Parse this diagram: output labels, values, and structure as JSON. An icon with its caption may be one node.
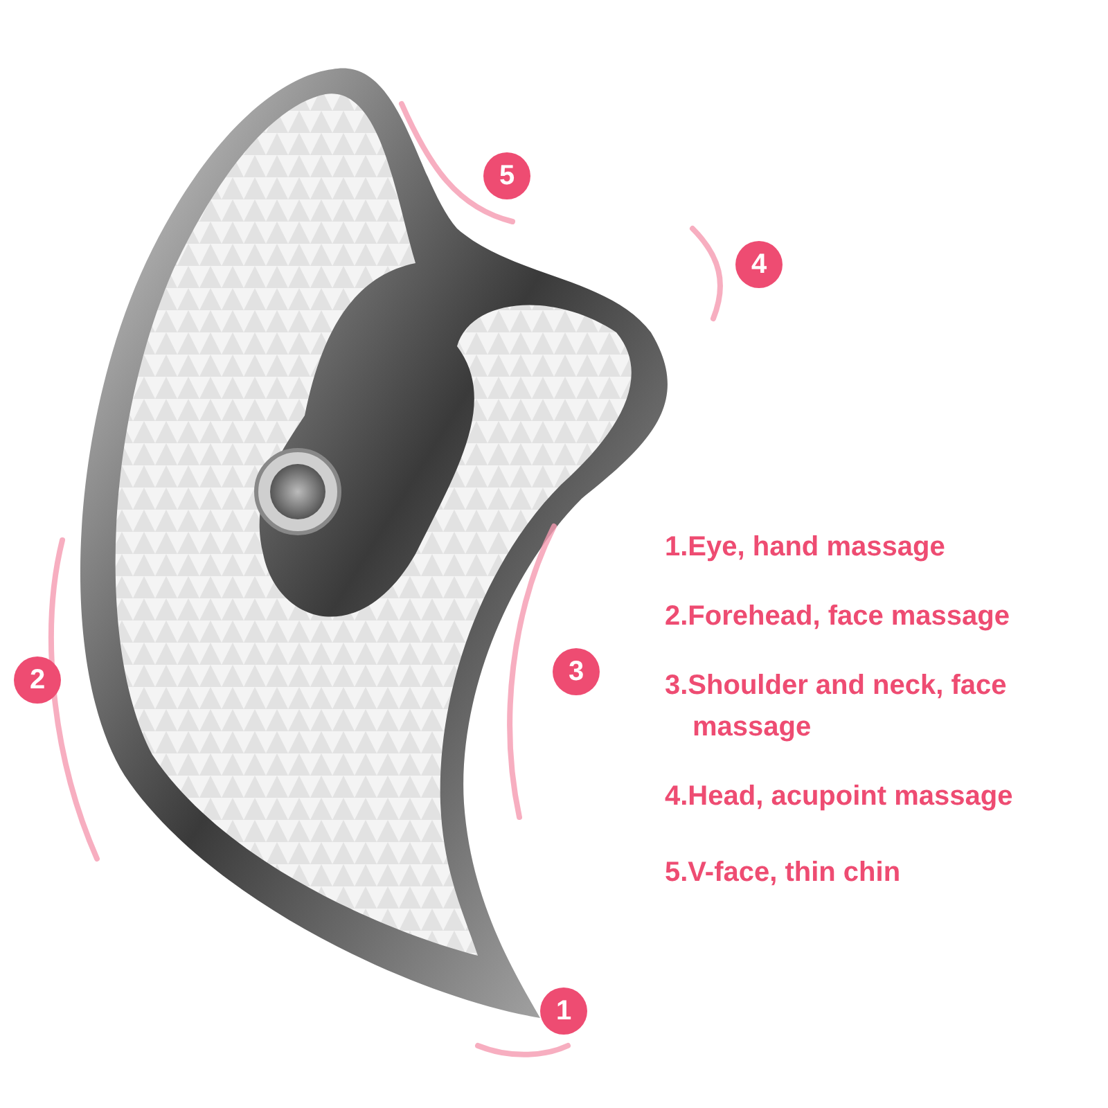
{
  "diagram": {
    "labels": [
      "5",
      "4",
      "2",
      "3",
      "1",
      "1.Eye, hand massage",
      "2.Forehead, face massage",
      "3.Shoulder and neck, face massage",
      "4.Head, acupoint massage",
      "5.V-face, thin chin"
    ]
  }
}
